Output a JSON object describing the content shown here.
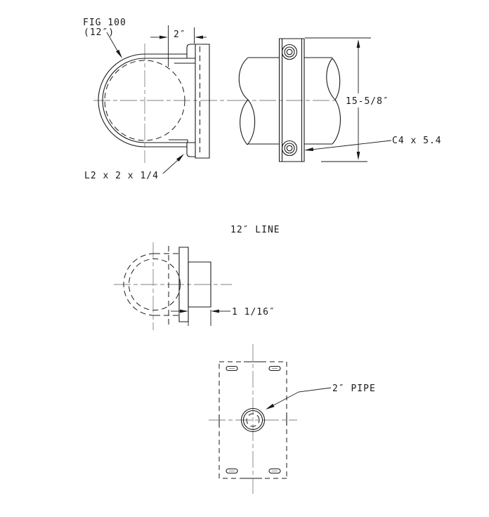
{
  "drawing": {
    "type": "pipe-support-detail",
    "views": {
      "front_elevation": "U-strap clamp around 12 inch pipe with mounting plate",
      "side_elevation": "channel clamp on pipe with bolts",
      "section_view": "clamp section",
      "plan_view": "base plate plan with slotted holes and 2 inch pipe"
    }
  },
  "labels": {
    "fig": {
      "line1": "FIG 100",
      "line2": "(12″)"
    },
    "dim_2in": "2″",
    "angle_size": "L2 x 2 x 1/4",
    "dim_height": "15-5/8″",
    "channel_size": "C4 x 5.4",
    "line_size": "12″ LINE",
    "dim_thickness": "1 1/16″",
    "pipe_size": "2″ PIPE"
  },
  "colors": {
    "line_color": "#1a1a1a",
    "centerline_color": "#808080",
    "background": "#ffffff"
  }
}
